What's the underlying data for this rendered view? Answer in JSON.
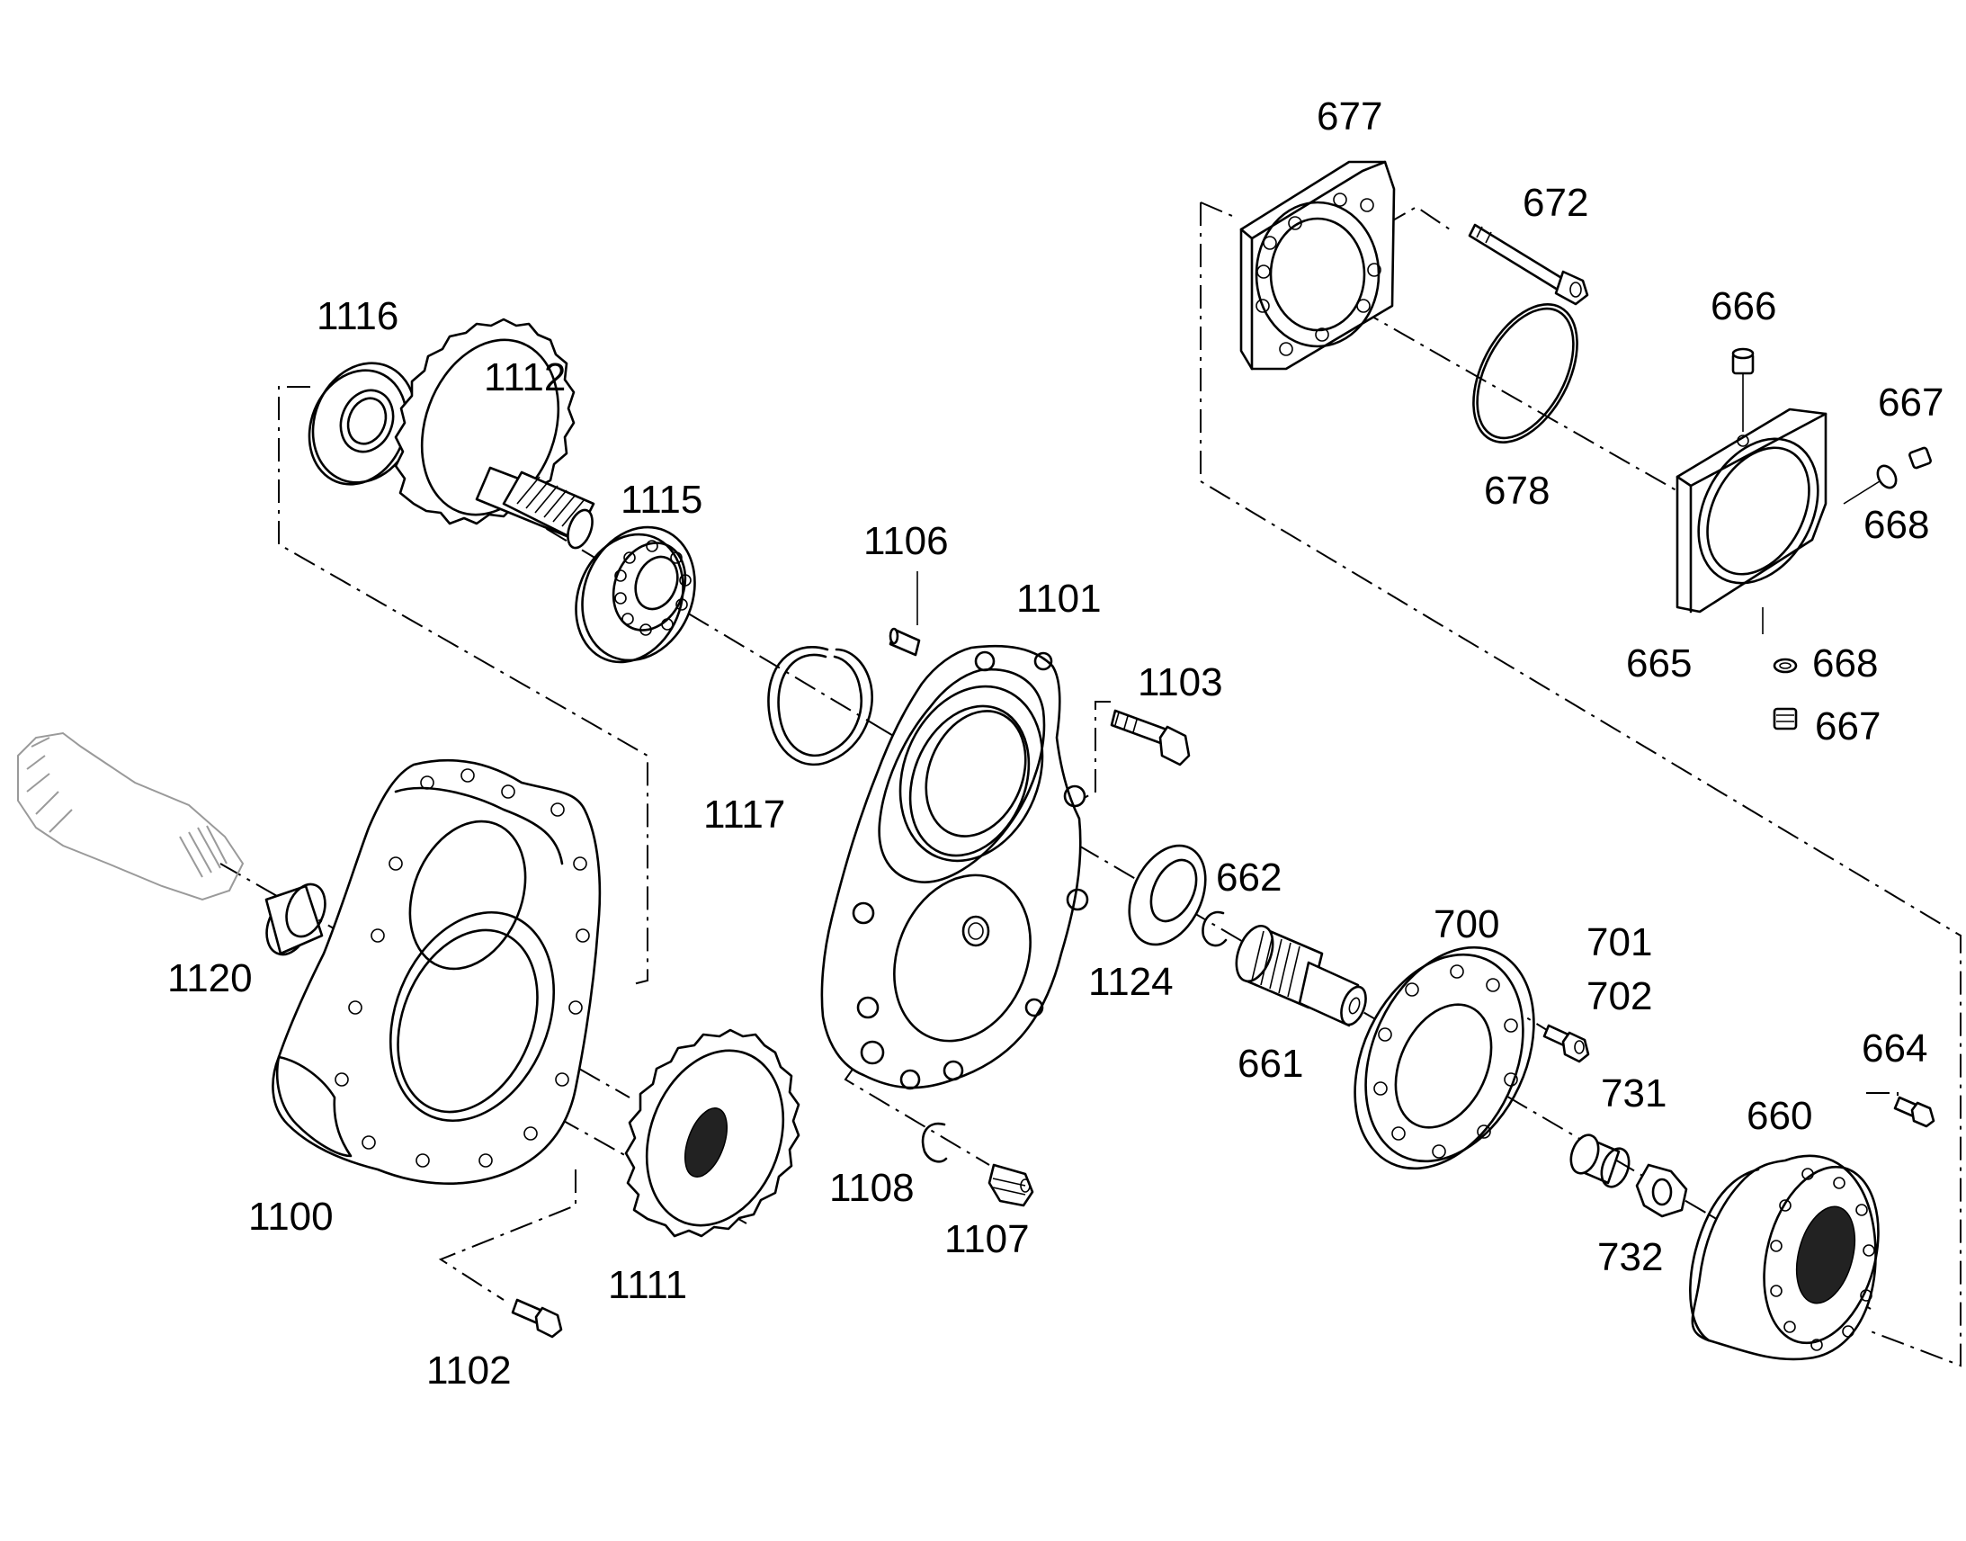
{
  "diagram": {
    "type": "exploded-parts-diagram",
    "part_numbers": [
      "677",
      "672",
      "666",
      "667",
      "668",
      "678",
      "665",
      "668",
      "667",
      "1116",
      "1112",
      "1115",
      "1106",
      "1101",
      "1103",
      "1117",
      "1120",
      "1100",
      "1111",
      "1102",
      "1124",
      "662",
      "661",
      "700",
      "701",
      "702",
      "664",
      "731",
      "660",
      "732",
      "1108",
      "1107"
    ]
  }
}
